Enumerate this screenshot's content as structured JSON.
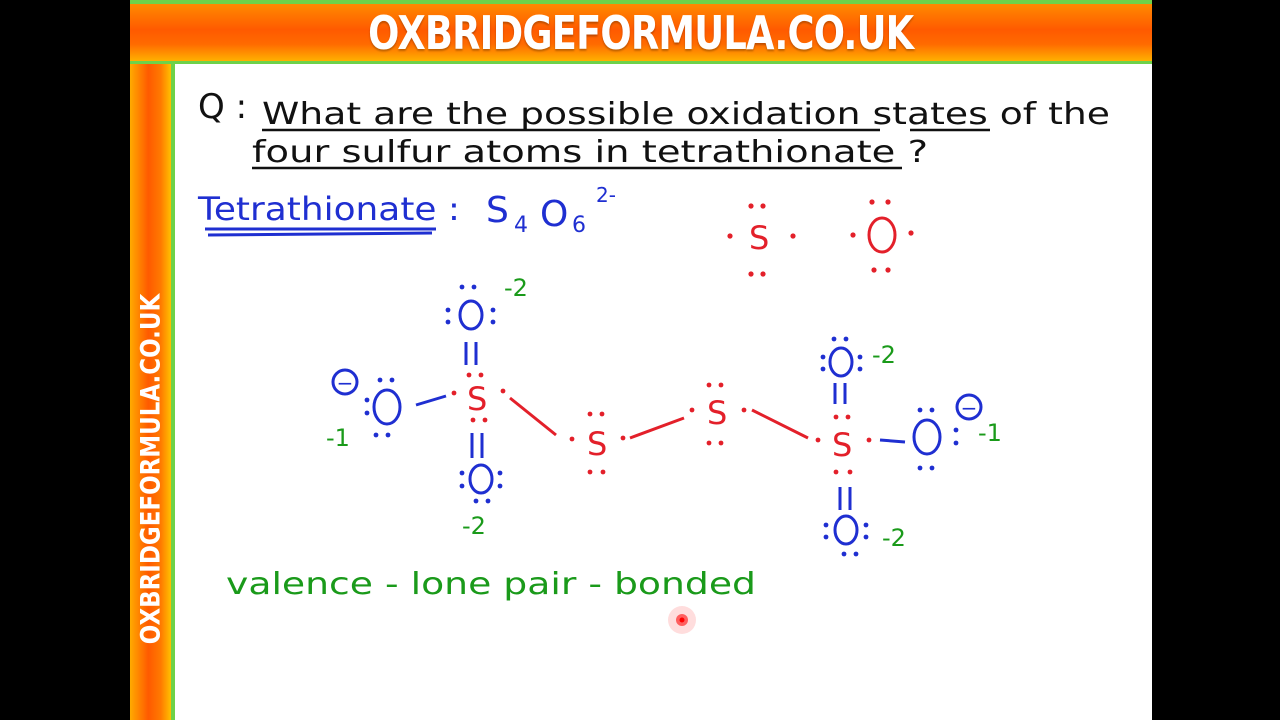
{
  "banner": {
    "top": "OXBRIDGEFORMULA.CO.UK",
    "side": "OXBRIDGEFORMULA.CO.UK"
  },
  "question": {
    "prefix": "Q :",
    "line1": "What are the possible oxidation states of the",
    "line2": "four sulfur atoms in tetrathionate ?"
  },
  "compound": {
    "name": "Tetrathionate :",
    "formula_s": "S",
    "formula_s_sub": "4",
    "formula_o": "O",
    "formula_o_sub": "6",
    "charge": "2-"
  },
  "atoms": {
    "sulfur": "S",
    "oxygen": "O",
    "minus": "−"
  },
  "states": {
    "o_double": "-2",
    "o_single": "-1"
  },
  "formula_note": "valence - lone pair - bonded",
  "colors": {
    "red": "#e3202a",
    "blue": "#1f2fd1",
    "green": "#1a9a1a",
    "orange": "#ff6a00",
    "banner_border": "#6ed24a"
  }
}
